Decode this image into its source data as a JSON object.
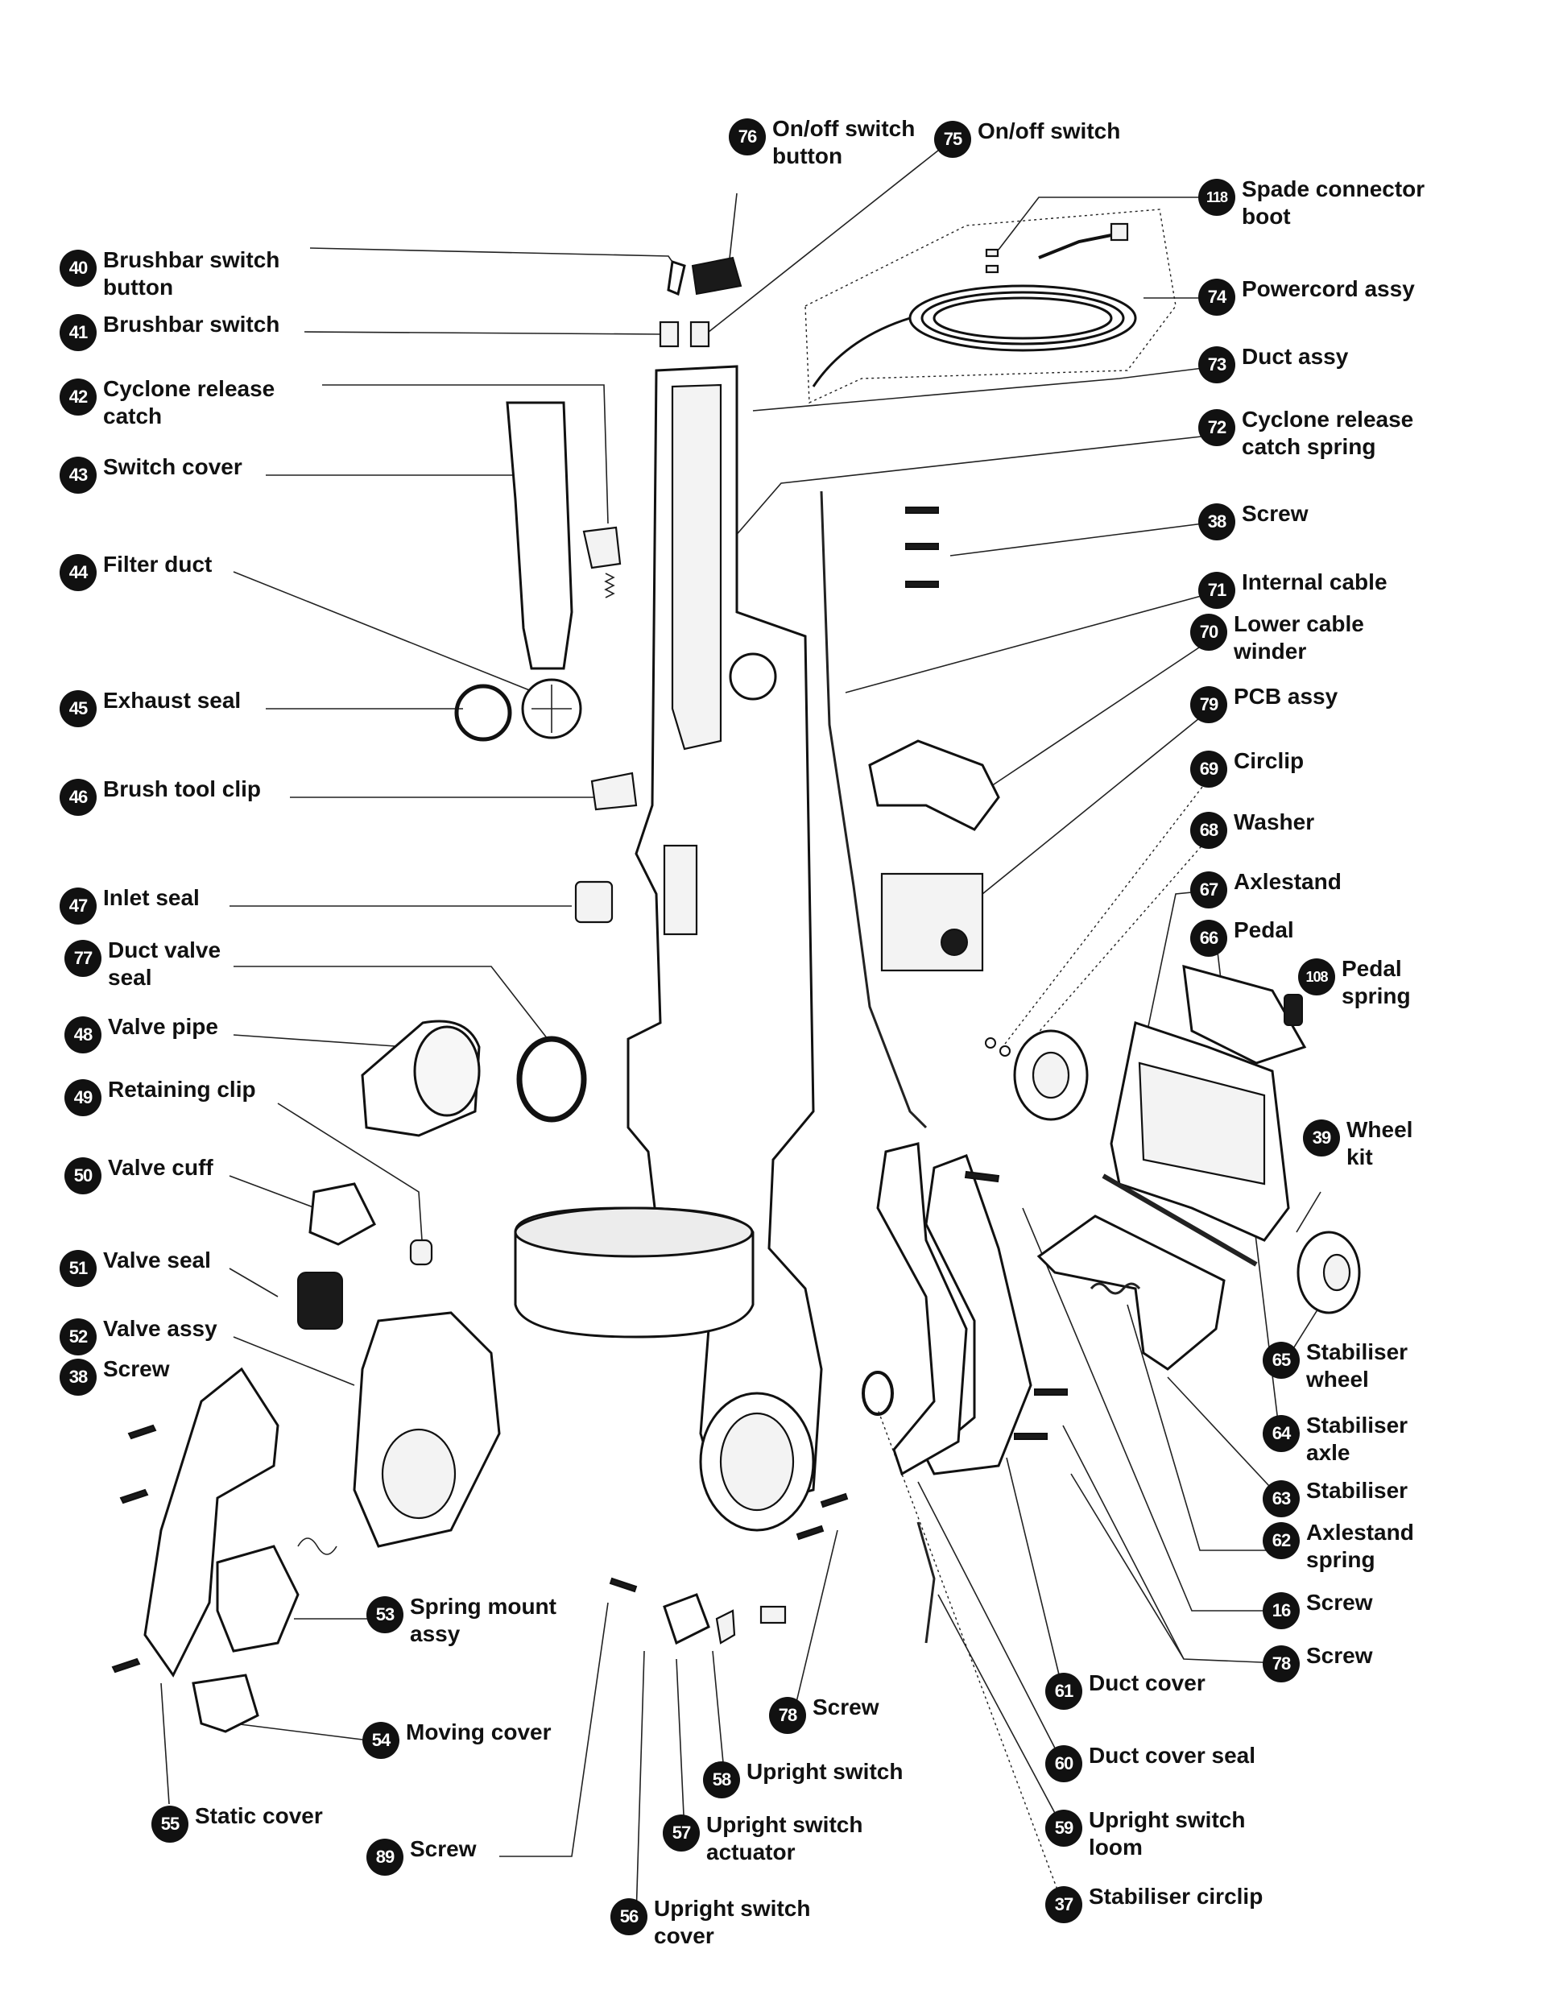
{
  "callouts": [
    {
      "num": "76",
      "label": "On/off switch\nbutton"
    },
    {
      "num": "75",
      "label": "On/off switch"
    },
    {
      "num": "118",
      "label": "Spade connector\nboot"
    },
    {
      "num": "74",
      "label": "Powercord assy"
    },
    {
      "num": "73",
      "label": "Duct assy"
    },
    {
      "num": "72",
      "label": "Cyclone release\ncatch spring"
    },
    {
      "num": "38",
      "label": "Screw"
    },
    {
      "num": "71",
      "label": "Internal cable"
    },
    {
      "num": "70",
      "label": "Lower cable\nwinder"
    },
    {
      "num": "79",
      "label": "PCB assy"
    },
    {
      "num": "69",
      "label": "Circlip"
    },
    {
      "num": "68",
      "label": "Washer"
    },
    {
      "num": "67",
      "label": "Axlestand"
    },
    {
      "num": "66",
      "label": "Pedal"
    },
    {
      "num": "108",
      "label": "Pedal\nspring"
    },
    {
      "num": "39",
      "label": "Wheel\nkit"
    },
    {
      "num": "65",
      "label": "Stabiliser\nwheel"
    },
    {
      "num": "64",
      "label": "Stabiliser\naxle"
    },
    {
      "num": "63",
      "label": "Stabiliser"
    },
    {
      "num": "62",
      "label": "Axlestand\nspring"
    },
    {
      "num": "16",
      "label": "Screw"
    },
    {
      "num": "78",
      "label": "Screw"
    },
    {
      "num": "61",
      "label": "Duct cover"
    },
    {
      "num": "60",
      "label": "Duct cover seal"
    },
    {
      "num": "59",
      "label": "Upright switch\nloom"
    },
    {
      "num": "37",
      "label": "Stabiliser circlip"
    },
    {
      "num": "40",
      "label": "Brushbar switch\nbutton"
    },
    {
      "num": "41",
      "label": "Brushbar switch"
    },
    {
      "num": "42",
      "label": "Cyclone release\ncatch"
    },
    {
      "num": "43",
      "label": "Switch cover"
    },
    {
      "num": "44",
      "label": "Filter duct"
    },
    {
      "num": "45",
      "label": "Exhaust seal"
    },
    {
      "num": "46",
      "label": "Brush tool clip"
    },
    {
      "num": "47",
      "label": "Inlet seal"
    },
    {
      "num": "77",
      "label": "Duct valve\nseal"
    },
    {
      "num": "48",
      "label": "Valve pipe"
    },
    {
      "num": "49",
      "label": "Retaining clip"
    },
    {
      "num": "50",
      "label": "Valve cuff"
    },
    {
      "num": "51",
      "label": "Valve seal"
    },
    {
      "num": "52",
      "label": "Valve assy"
    },
    {
      "num": "38",
      "label": "Screw"
    },
    {
      "num": "53",
      "label": "Spring mount\nassy"
    },
    {
      "num": "54",
      "label": "Moving cover"
    },
    {
      "num": "55",
      "label": "Static cover"
    },
    {
      "num": "89",
      "label": "Screw"
    },
    {
      "num": "78",
      "label": "Screw"
    },
    {
      "num": "58",
      "label": "Upright switch"
    },
    {
      "num": "57",
      "label": "Upright switch\nactuator"
    },
    {
      "num": "56",
      "label": "Upright switch\ncover"
    }
  ]
}
